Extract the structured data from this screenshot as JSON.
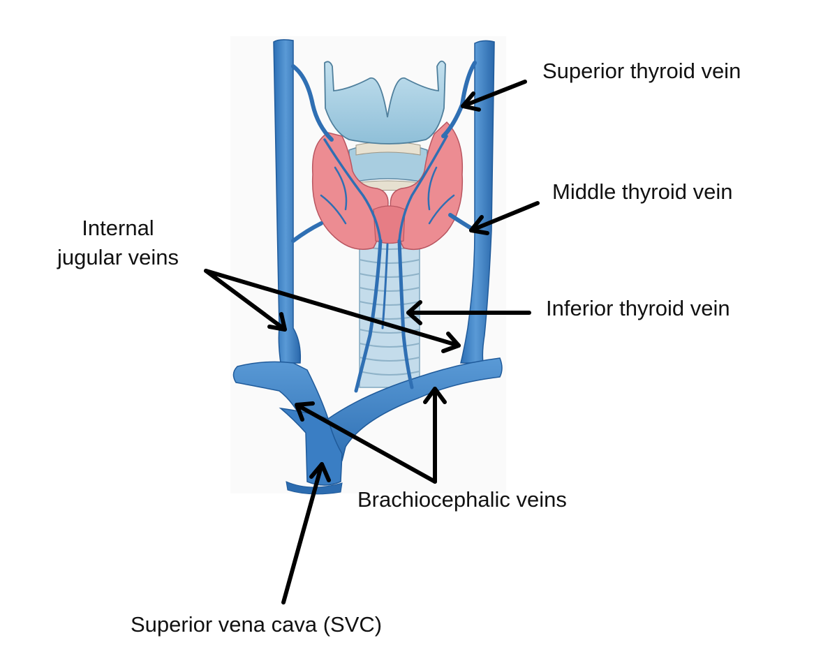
{
  "labels": {
    "superior_thyroid_vein": "Superior thyroid vein",
    "middle_thyroid_vein": "Middle thyroid vein",
    "internal_jugular_veins_line1": "Internal",
    "internal_jugular_veins_line2": "jugular veins",
    "inferior_thyroid_vein": "Inferior thyroid vein",
    "brachiocephalic_veins": "Brachiocephalic veins",
    "superior_vena_cava": "Superior vena cava (SVC)"
  },
  "colors": {
    "vein_blue": "#3d82c8",
    "vein_dark": "#1f5a9a",
    "thyroid_pink": "#ea8a91",
    "cartilage_blue": "#a9cfe2",
    "trachea": "#b8d6e6",
    "arrow": "#000000"
  }
}
